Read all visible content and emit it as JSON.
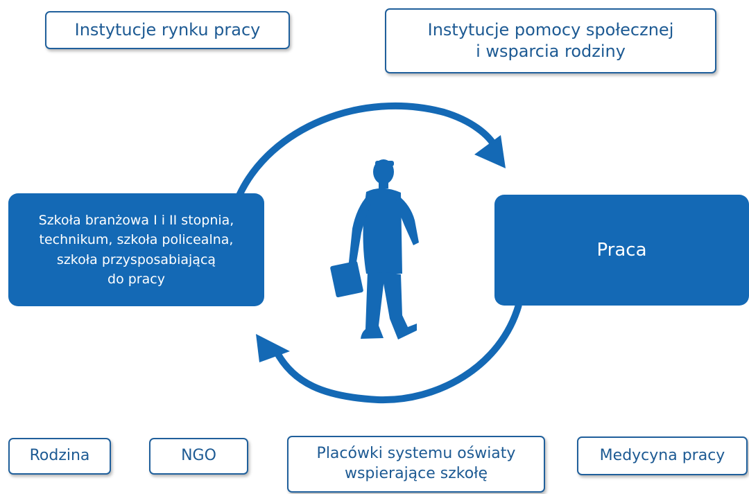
{
  "colors": {
    "primary_blue": "#1469b5",
    "outline_blue": "#1f5f9b",
    "text_blue": "#1d5a93",
    "background": "#ffffff"
  },
  "top_boxes": {
    "labor_market": "Instytucje rynku pracy",
    "social_support": "Instytucje pomocy społecznej\ni wsparcia rodziny"
  },
  "cycle": {
    "school": "Szkoła branżowa I i II stopnia,\ntechnikum, szkoła policealna,\nszkoła przysposabiającą\ndo pracy",
    "work": "Praca",
    "person_icon": "walking-person-with-briefcase-icon",
    "arrow_icon": "circular-cycle-arrows-icon"
  },
  "bottom_boxes": {
    "family": "Rodzina",
    "ngo": "NGO",
    "education_support": "Placówki systemu oświaty\nwspierające szkołę",
    "occupational_medicine": "Medycyna pracy"
  }
}
